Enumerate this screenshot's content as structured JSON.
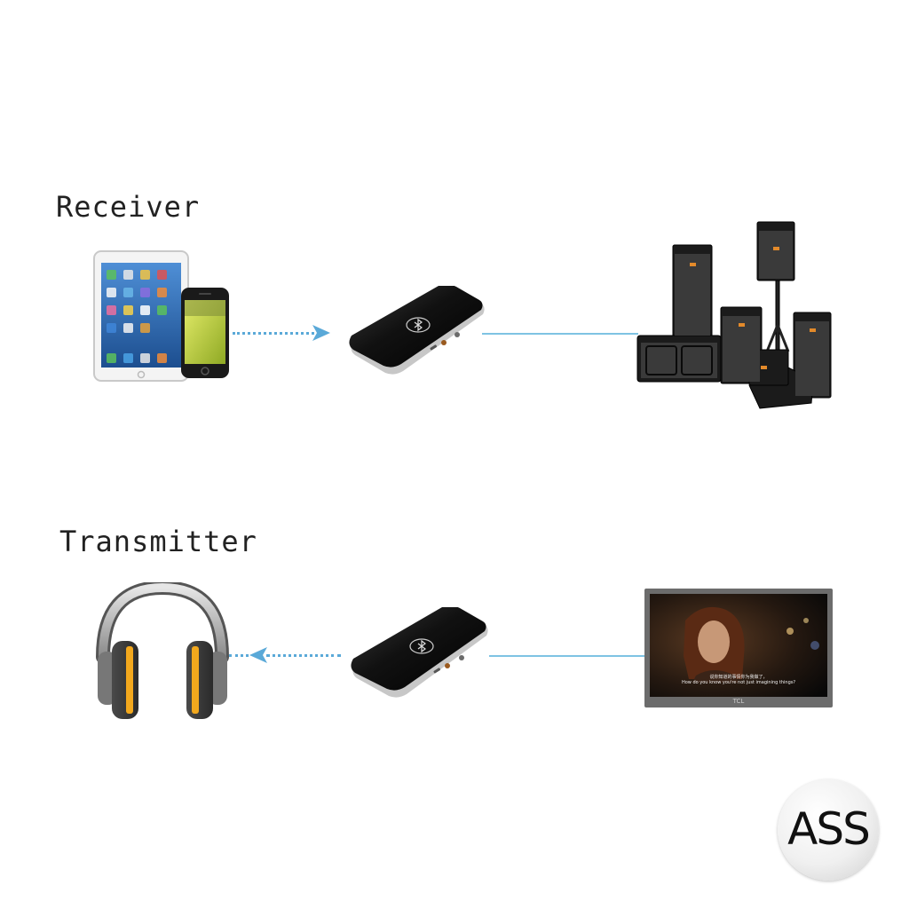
{
  "receiver": {
    "label": "Receiver"
  },
  "transmitter": {
    "label": "Transmitter"
  },
  "watermark": {
    "text": "ASS"
  },
  "tv": {
    "subtitle_line1": "说你知道的事情你为我做了，",
    "subtitle_line2": "How do you know you're not just imagining things?",
    "brand": "TCL"
  },
  "colors": {
    "link_blue": "#5aa9d8",
    "headphone_accent": "#f2a81d",
    "device_black": "#111111"
  },
  "icons": [
    "tablet-icon",
    "phone-icon",
    "bluetooth-adapter-icon",
    "speaker-system-icon",
    "headphones-icon",
    "television-icon"
  ]
}
